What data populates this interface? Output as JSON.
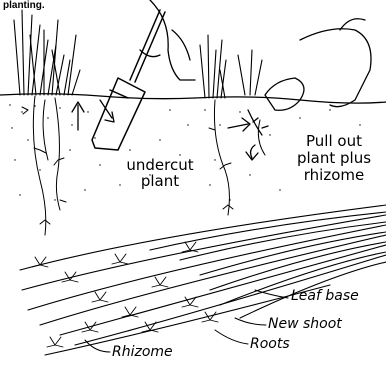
{
  "caption_top": "planting.",
  "labels": {
    "undercut": "undercut\nplant",
    "pull_out": "Pull out\nplant plus\nrhizome",
    "leaf_base": "Leaf base",
    "new_shoot": "New shoot",
    "roots": "Roots",
    "rhizome": "Rhizome"
  },
  "colors": {
    "ink": "#000000",
    "paper": "#ffffff"
  }
}
